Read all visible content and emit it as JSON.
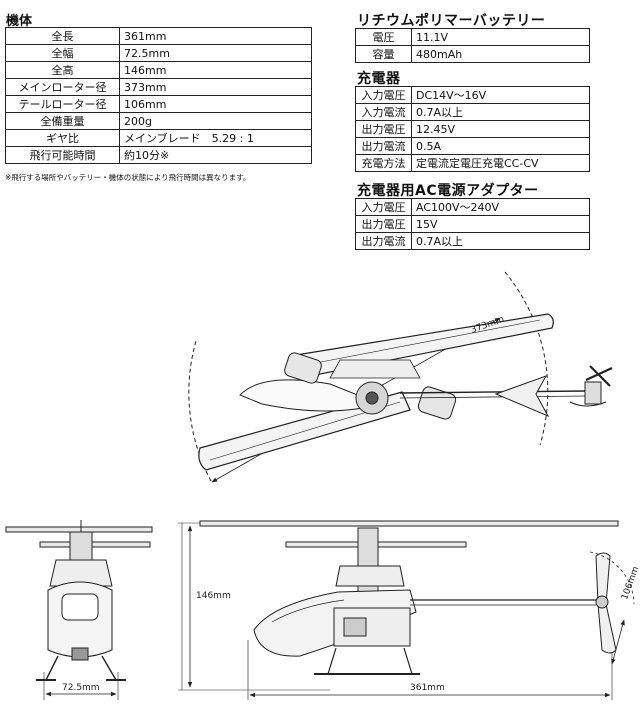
{
  "machine": {
    "title": "機体",
    "rows": [
      {
        "k": "全長",
        "v": "361mm"
      },
      {
        "k": "全幅",
        "v": "72.5mm"
      },
      {
        "k": "全高",
        "v": "146mm"
      },
      {
        "k": "メインローター径",
        "v": "373mm"
      },
      {
        "k": "テールローター径",
        "v": "106mm"
      },
      {
        "k": "全備重量",
        "v": "200g"
      },
      {
        "k": "ギヤ比",
        "v": "メインブレード　5.29 : 1"
      },
      {
        "k": "飛行可能時間",
        "v": "約10分※"
      }
    ],
    "note": "※飛行する場所やバッテリー・機体の状態により飛行時間は異なります。"
  },
  "battery": {
    "title": "リチウムポリマーバッテリー",
    "rows": [
      {
        "k": "電圧",
        "v": "11.1V"
      },
      {
        "k": "容量",
        "v": "480mAh"
      }
    ]
  },
  "charger": {
    "title": "充電器",
    "rows": [
      {
        "k": "入力電圧",
        "v": "DC14V〜16V"
      },
      {
        "k": "入力電流",
        "v": "0.7A以上"
      },
      {
        "k": "出力電圧",
        "v": "12.45V"
      },
      {
        "k": "出力電流",
        "v": "0.5A"
      },
      {
        "k": "充電方法",
        "v": "定電流定電圧充電CC-CV"
      }
    ]
  },
  "adapter": {
    "title": "充電器用AC電源アダプター",
    "rows": [
      {
        "k": "入力電圧",
        "v": "AC100V〜240V"
      },
      {
        "k": "出力電圧",
        "v": "15V"
      },
      {
        "k": "出力電流",
        "v": "0.7A以上"
      }
    ]
  },
  "dimensions": {
    "main_rotor": "373mm",
    "tail_rotor": "106mm",
    "height": "146mm",
    "width": "72.5mm",
    "length": "361mm"
  }
}
